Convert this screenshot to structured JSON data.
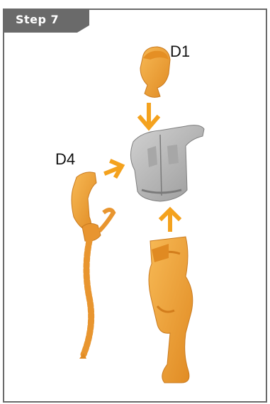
{
  "step": {
    "label": "Step 7"
  },
  "parts": {
    "head_label": "D1",
    "arm_label": "D4"
  },
  "colors": {
    "frame": "#6a6a6a",
    "part_orange": "#f2a33a",
    "part_orange_dark": "#d9862a",
    "torso_gray": "#bdbdbd",
    "torso_gray_dark": "#8e8e8e",
    "arrow": "#f4a21e"
  }
}
